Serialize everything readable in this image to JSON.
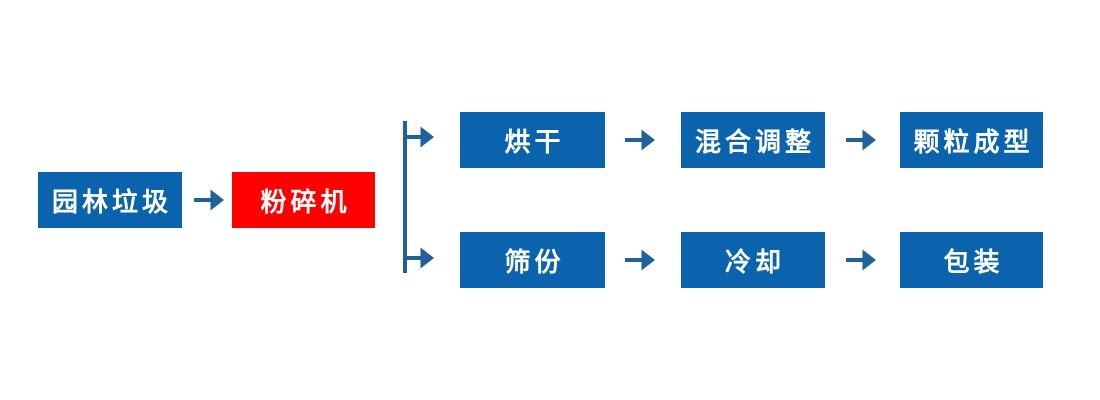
{
  "diagram": {
    "title": "garden-waste-pellet-production-flowchart",
    "source": {
      "label": "园林垃圾"
    },
    "crusher": {
      "label": "粉碎机"
    },
    "top_branch": {
      "steps": [
        {
          "label": "烘干"
        },
        {
          "label": "混合调整"
        },
        {
          "label": "颗粒成型"
        }
      ]
    },
    "bottom_branch": {
      "steps": [
        {
          "label": "筛份"
        },
        {
          "label": "冷却"
        },
        {
          "label": "包装"
        }
      ]
    }
  },
  "colors": {
    "node_blue": "#0b63ae",
    "node_red": "#fe0000",
    "connector_blue": "#20609b",
    "label_text": "#ffffff"
  }
}
